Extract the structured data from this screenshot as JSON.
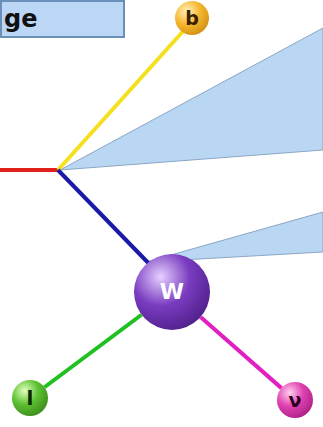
{
  "diagram": {
    "nodes": [
      {
        "text": [
          "ge"
        ]
      },
      {
        "text": [
          "b"
        ]
      },
      {
        "text": [
          "W"
        ]
      },
      {
        "text": [
          "l"
        ]
      },
      {
        "text": [
          "ν"
        ]
      }
    ],
    "edges": [
      {
        "from": 2,
        "to": 3,
        "arrow": "none"
      },
      {
        "from": 2,
        "to": 4,
        "arrow": "none"
      }
    ]
  }
}
